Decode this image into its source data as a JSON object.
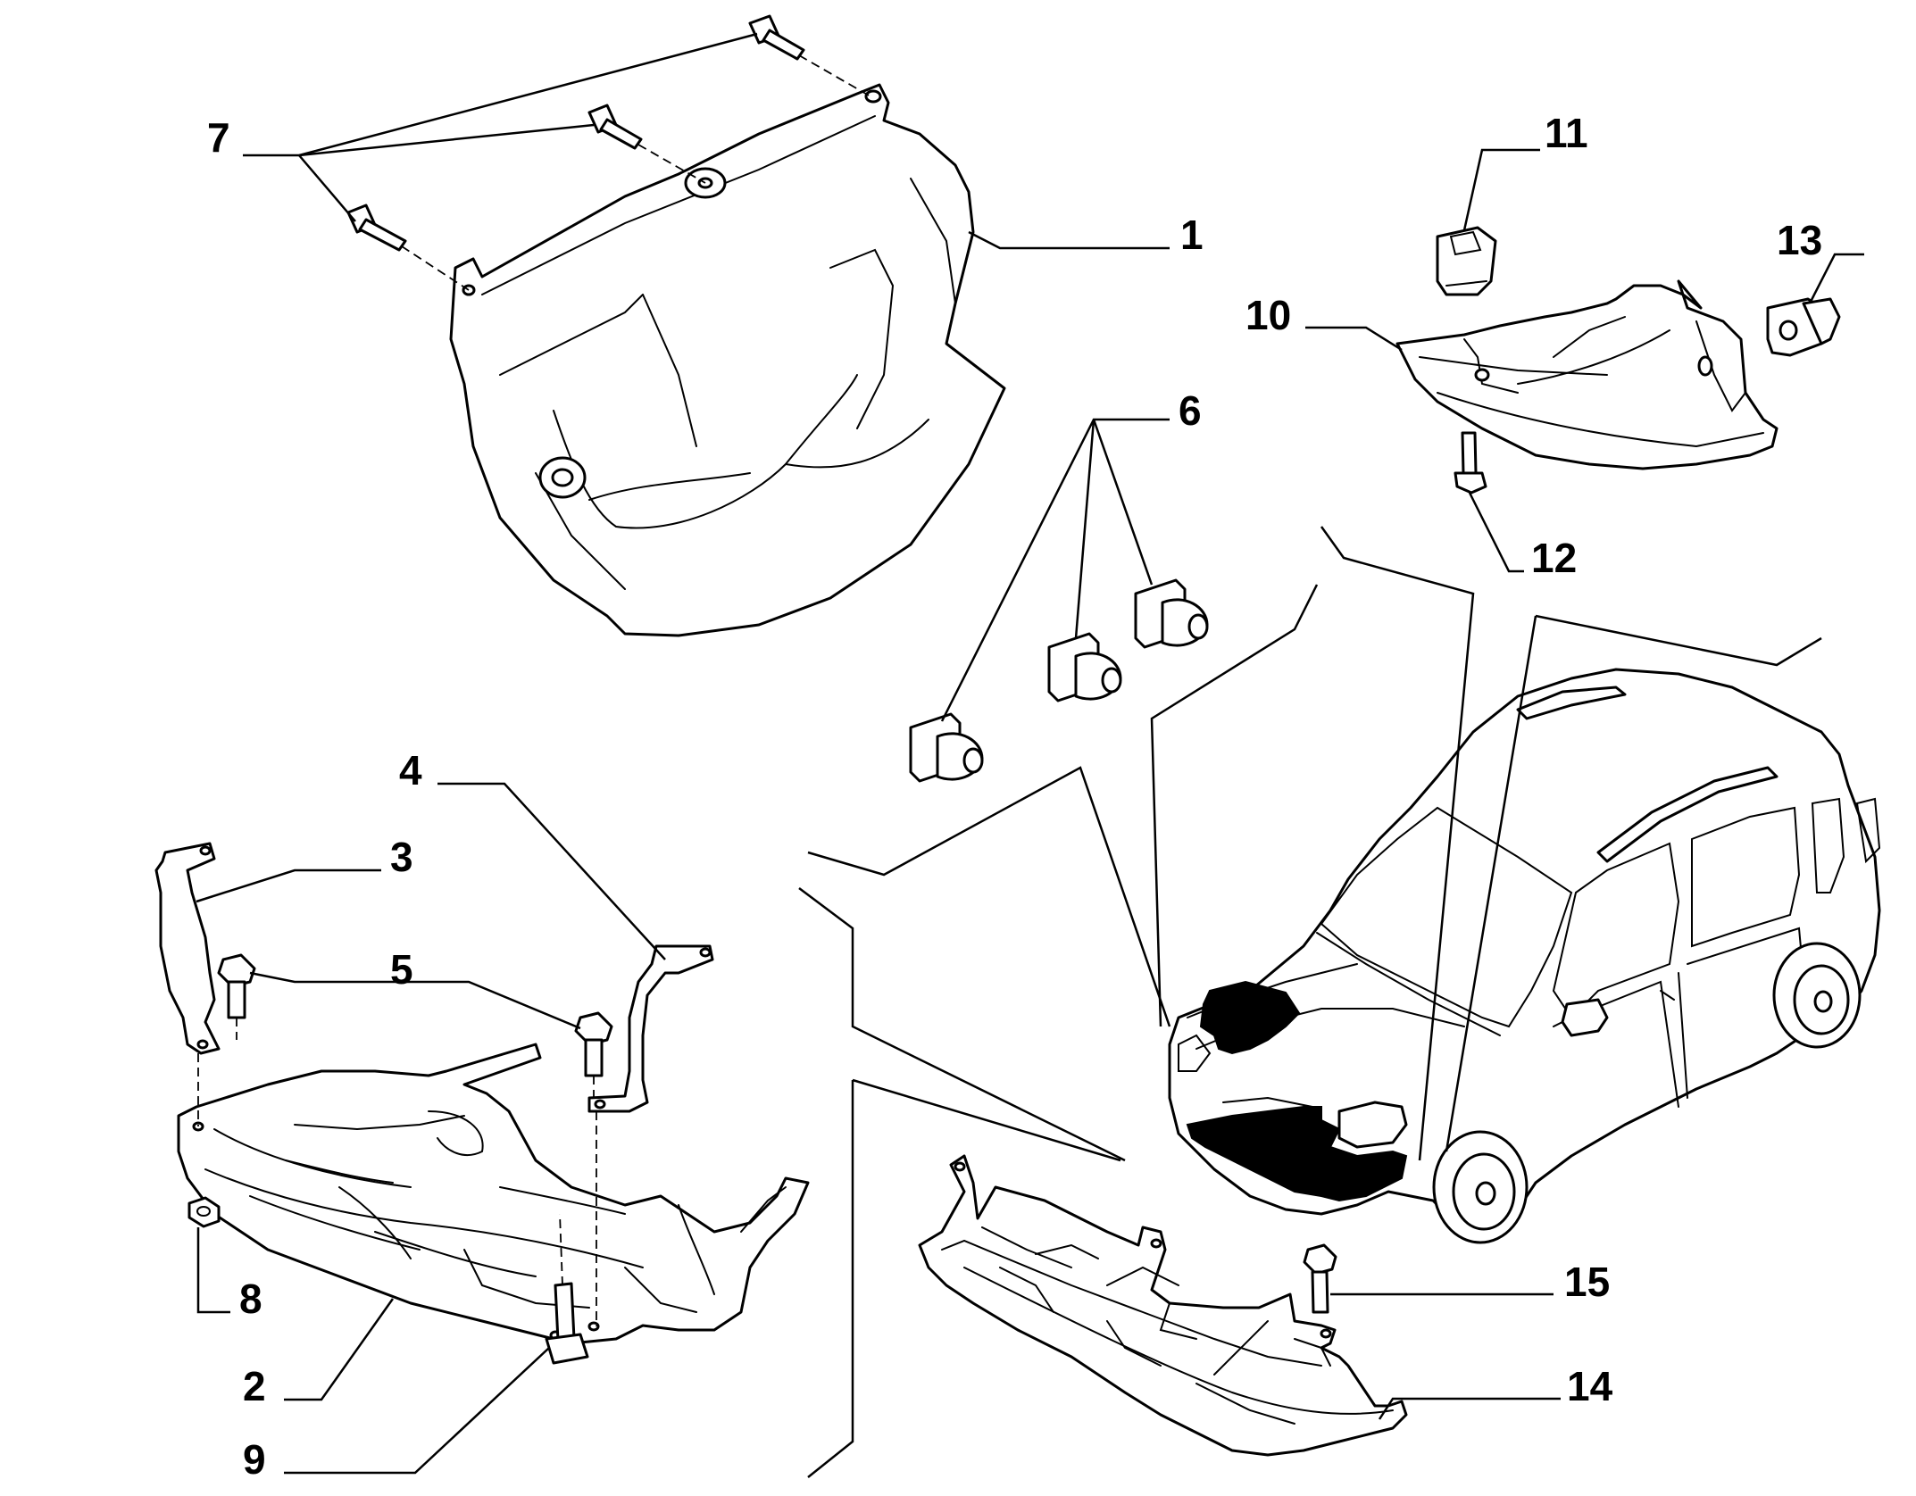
{
  "diagram": {
    "callouts": [
      {
        "id": "c1",
        "label": "1"
      },
      {
        "id": "c2",
        "label": "2"
      },
      {
        "id": "c3",
        "label": "3"
      },
      {
        "id": "c4",
        "label": "4"
      },
      {
        "id": "c5",
        "label": "5"
      },
      {
        "id": "c6",
        "label": "6"
      },
      {
        "id": "c7",
        "label": "7"
      },
      {
        "id": "c8",
        "label": "8"
      },
      {
        "id": "c9",
        "label": "9"
      },
      {
        "id": "c10",
        "label": "10"
      },
      {
        "id": "c11",
        "label": "11"
      },
      {
        "id": "c12",
        "label": "12"
      },
      {
        "id": "c13",
        "label": "13"
      },
      {
        "id": "c14",
        "label": "14"
      },
      {
        "id": "c15",
        "label": "15"
      }
    ]
  }
}
